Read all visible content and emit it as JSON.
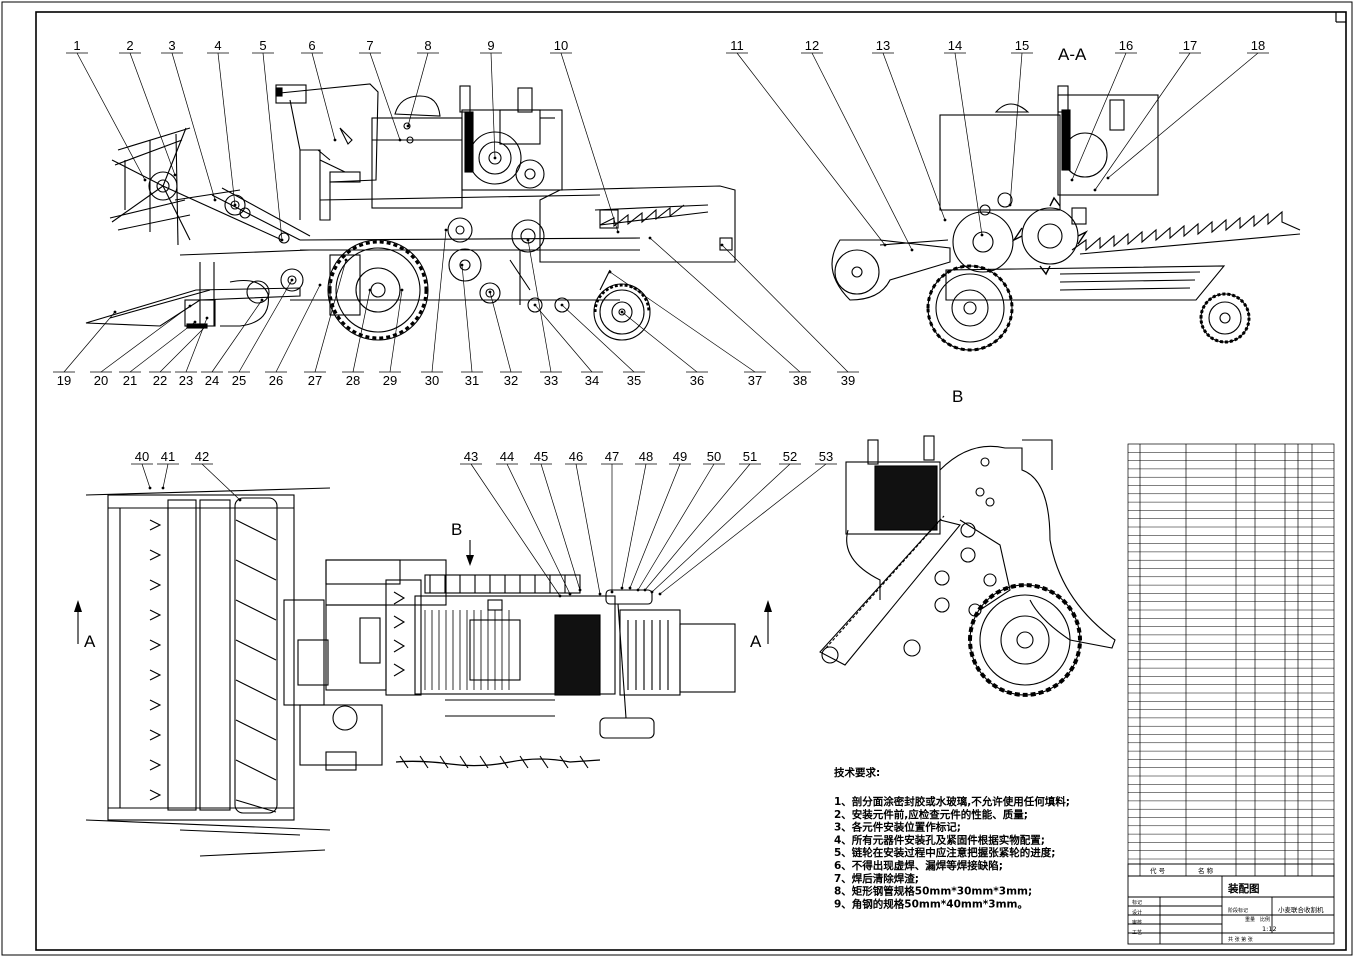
{
  "drawing": {
    "section_label_aa": "A-A",
    "view_label_b_top": "B",
    "arrow_label_b": "B",
    "arrow_label_a_left": "A",
    "arrow_label_a_right": "A"
  },
  "callouts_top": [
    "1",
    "2",
    "3",
    "4",
    "5",
    "6",
    "7",
    "8",
    "9",
    "10",
    "11",
    "12",
    "13",
    "14",
    "15",
    "16",
    "17",
    "18"
  ],
  "callouts_bottom": [
    "19",
    "20",
    "21",
    "22",
    "23",
    "24",
    "25",
    "26",
    "27",
    "28",
    "29",
    "30",
    "31",
    "32",
    "33",
    "34",
    "35",
    "36",
    "37",
    "38",
    "39"
  ],
  "callouts_mid": [
    "40",
    "41",
    "42",
    "43",
    "44",
    "45",
    "46",
    "47",
    "48",
    "49",
    "50",
    "51",
    "52",
    "53"
  ],
  "requirements": {
    "title": "技术要求:",
    "items": [
      "1、剖分面涂密封胶或水玻璃,不允许使用任何填料;",
      "2、安装元件前,应检查元件的性能、质量;",
      "3、各元件安装位置作标记;",
      "4、所有元器件安装孔及紧固件根据实物配置;",
      "5、链轮在安装过程中应注意把握张紧轮的进度;",
      "6、不得出现虚焊、漏焊等焊接缺陷;",
      "7、焊后清除焊渣;",
      "8、矩形钢管规格50mm*30mm*3mm;",
      "9、角钢的规格50mm*40mm*3mm。"
    ]
  },
  "title_block": {
    "col_code": "代  号",
    "col_name": "名  称",
    "drawing_name": "装配图",
    "product_name": "小麦联合收割机",
    "scale": "1:12",
    "row_labels": [
      "标记",
      "设计",
      "审核",
      "工艺"
    ],
    "stage_label": "阶段标记",
    "weight_label": "重量",
    "scale_label": "比例",
    "sheet_label": "共  张  第  张"
  }
}
